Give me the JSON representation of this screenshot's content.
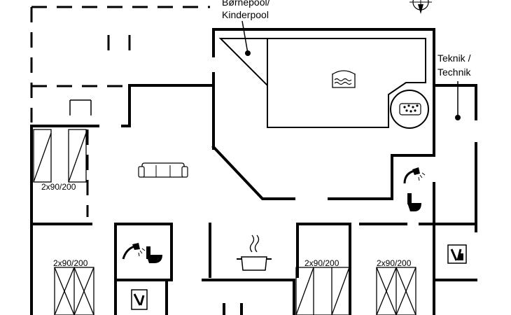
{
  "labels": {
    "kinderpool_line1": "Børnepool/",
    "kinderpool_line2": "Kinderpool",
    "teknik_line1": "Teknik /",
    "teknik_line2": "Technik"
  },
  "beds": [
    {
      "id": "bed-1",
      "label": "2x90/200"
    },
    {
      "id": "bed-2",
      "label": "2x90/200"
    },
    {
      "id": "bed-3",
      "label": "2x90/200"
    },
    {
      "id": "bed-4",
      "label": "2x90/200"
    }
  ],
  "icons": [
    "compass-icon",
    "pool-icon",
    "jacuzzi-icon",
    "sofa-icon",
    "shower-icon",
    "toilet-icon",
    "kitchen-pot-icon",
    "washing-machine-icon",
    "dishwasher-icon"
  ],
  "colors": {
    "line": "#000000",
    "background": "#ffffff"
  }
}
